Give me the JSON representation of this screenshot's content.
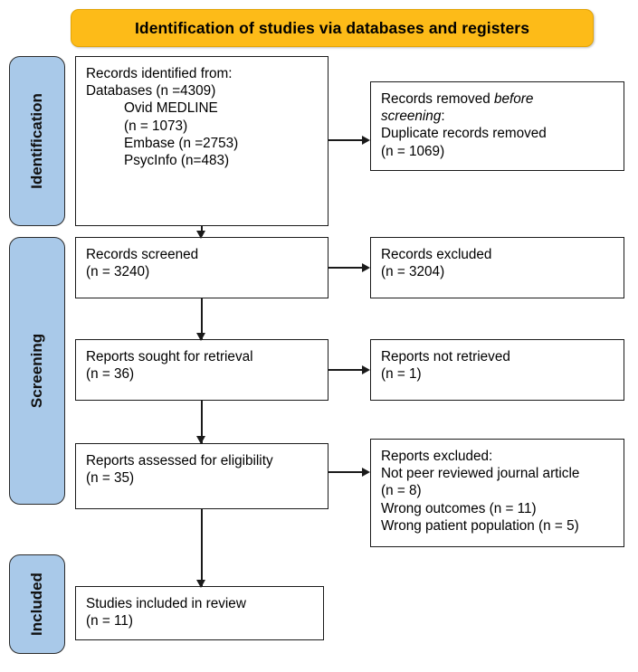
{
  "banner": {
    "title": "Identification of studies via databases and registers",
    "color": "#FDBB18"
  },
  "stages": {
    "color": "#A9C9E9",
    "identification": "Identification",
    "screening": "Screening",
    "included": "Included"
  },
  "boxes": {
    "identified": {
      "line1": "Records identified from:",
      "line2": "Databases (n =4309)",
      "line3": "Ovid MEDLINE",
      "line4": "(n = 1073)",
      "line5": "Embase (n =2753)",
      "line6": "PsycInfo (n=483)"
    },
    "removed": {
      "line1_a": "Records removed ",
      "line1_em": "before",
      "line2_em": "screening",
      "line2_b": ":",
      "line3": "Duplicate records removed",
      "line4": "(n = 1069)"
    },
    "screened": {
      "line1": "Records screened",
      "line2": "(n = 3240)"
    },
    "excluded_records": {
      "line1": "Records excluded",
      "line2": "(n = 3204)"
    },
    "sought": {
      "line1": "Reports sought for retrieval",
      "line2": "(n = 36)"
    },
    "not_retrieved": {
      "line1": "Reports not retrieved",
      "line2": "(n = 1)"
    },
    "assessed": {
      "line1": "Reports assessed for eligibility",
      "line2": "(n = 35)"
    },
    "excluded_reports": {
      "line1": "Reports excluded:",
      "line2": "Not peer reviewed journal article",
      "line3": "(n = 8)",
      "line4": "Wrong outcomes (n = 11)",
      "line5": "Wrong patient population (n = 5)"
    },
    "included": {
      "line1": "Studies included in review",
      "line2": "(n = 11)"
    }
  }
}
